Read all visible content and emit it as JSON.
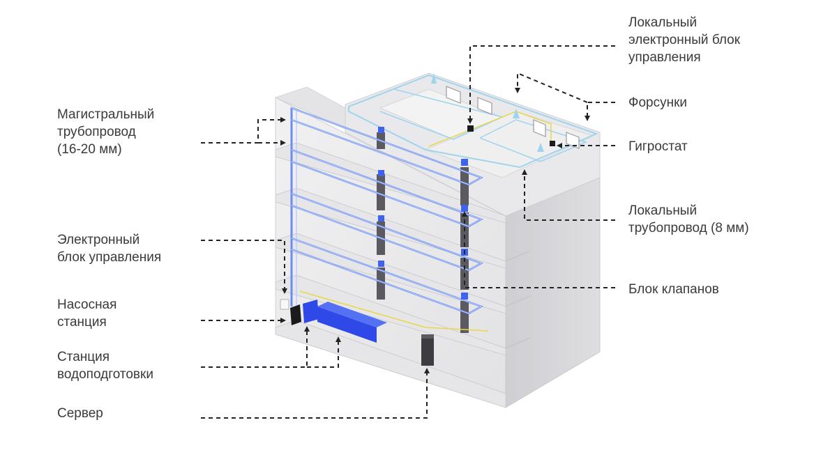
{
  "colors": {
    "wall_light": "#ededee",
    "wall_mid": "#dcdcde",
    "wall_side": "#d2d2d5",
    "pipe_blue": "#6b8cf0",
    "pipe_highlight": "#bcd0ff",
    "roof_line": "#9fd4ee",
    "sensor_line": "#e6d84a",
    "water_station_blue": "#2f49e8",
    "pump_black": "#1b1b1e",
    "leader_line": "#222222",
    "label_text": "#3a3a3e"
  },
  "labels": {
    "main_pipe": "Магистральный\nтрубопровод\n(16-20 мм)",
    "ecu": "Электронный\nблок управления",
    "pump_station": "Насосная\nстанция",
    "water_treatment": "Станция\nводоподготовки",
    "server": "Сервер",
    "local_ecu": "Локальный\nэлектронный блок\nуправления",
    "nozzles": "Форсунки",
    "hygrostat": "Гигростат",
    "local_pipe": "Локальный\nтрубопровод (8 мм)",
    "valve_block": "Блок клапанов"
  }
}
